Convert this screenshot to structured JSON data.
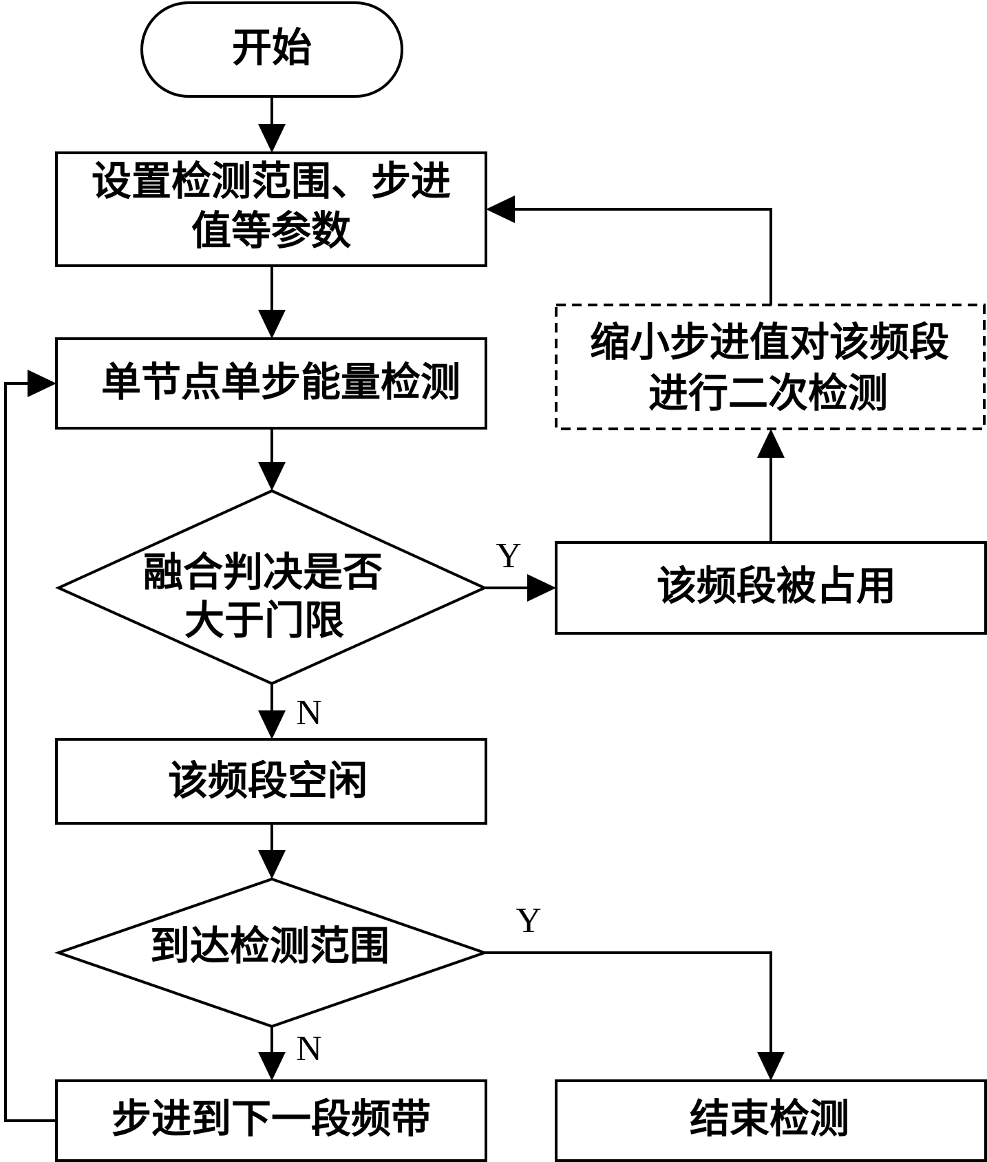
{
  "nodes": {
    "start": "开始",
    "set_params": {
      "line1": "设置检测范围、步进",
      "line2": "值等参数"
    },
    "single_detect": "单节点单步能量检测",
    "fusion_decision": {
      "line1": "融合判决是否",
      "line2": "大于门限"
    },
    "occupied": "该频段被占用",
    "secondary": {
      "line1": "缩小步进值对该频段",
      "line2": "进行二次检测"
    },
    "idle": "该频段空闲",
    "reach_range": "到达检测范围",
    "next_band": "步进到下一段频带",
    "end": "结束检测"
  },
  "branch_labels": {
    "fusion_yes": "Y",
    "fusion_no": "N",
    "range_yes": "Y",
    "range_no": "N"
  }
}
